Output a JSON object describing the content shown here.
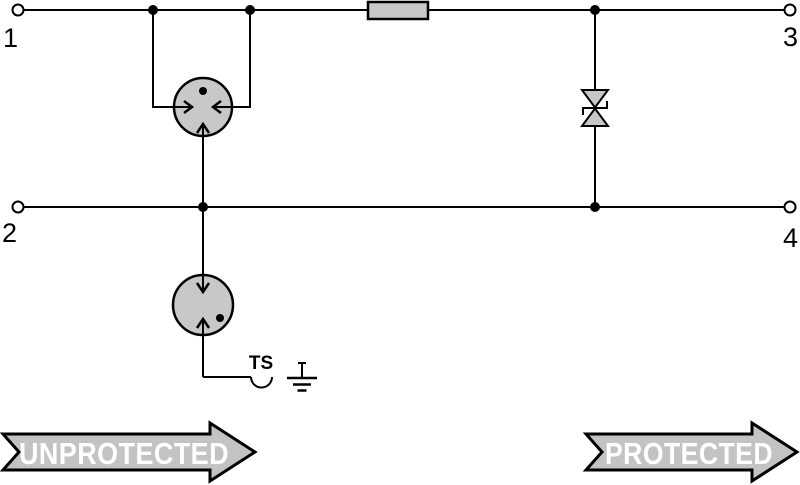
{
  "diagram": {
    "title": "surge-protection-circuit-schematic",
    "colors": {
      "background": "#ffffff",
      "line": "#000000",
      "component_fill": "#c8c8c8",
      "banner_fill": "#c3c3c3",
      "banner_text": "#ffffff",
      "terminal_fill": "#ffffff"
    },
    "terminals": [
      {
        "label": "1"
      },
      {
        "label": "2"
      },
      {
        "label": "3"
      },
      {
        "label": "4"
      }
    ],
    "ts_label": "TS",
    "banners": {
      "unprotected": "UNPROTECTED",
      "protected": "PROTECTED"
    },
    "components": {
      "series_element": "resistor",
      "line_to_line_arrester": "gas-discharge-tube-3-electrode",
      "line_to_ground_arrester": "gas-discharge-tube-2-electrode",
      "output_clamp": "bidirectional-suppressor-diode",
      "ground": "earth-ground",
      "disconnect": "TS-disconnect-hook"
    }
  }
}
